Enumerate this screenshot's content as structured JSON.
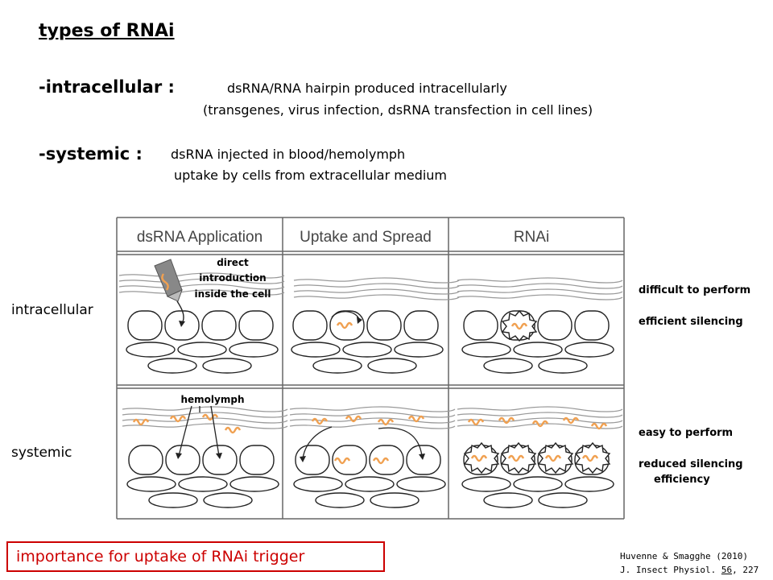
{
  "title": "types of RNAi",
  "intracellular": {
    "label": "-intracellular :",
    "line1": "dsRNA/RNA  hairpin produced intracellularly",
    "line2": "(transgenes, virus infection, dsRNA transfection in cell lines)"
  },
  "systemic": {
    "label": "-systemic :",
    "line1": "dsRNA injected in blood/hemolymph",
    "line2": "uptake by cells from extracellular medium"
  },
  "diagram": {
    "columns": [
      "dsRNA Application",
      "Uptake and Spread",
      "RNAi"
    ],
    "rows": [
      "intracellular",
      "systemic"
    ],
    "annotation_direct": [
      "direct",
      "introduction",
      "inside the cell"
    ],
    "annotation_hemolymph": "hemolymph"
  },
  "notes": {
    "intracellular": [
      "difficult to perform",
      "efficient silencing"
    ],
    "systemic": [
      "easy to perform",
      "reduced silencing",
      "efficiency"
    ]
  },
  "importance": "importance for uptake of RNAi trigger",
  "citation": {
    "line1": "Huvenne & Smagghe (2010)",
    "line2_prefix": "J. Insect Physiol. ",
    "volume": "56",
    "pages": ", 227"
  },
  "colors": {
    "accent_red": "#cc0000",
    "dsrna_orange": "#f0a050"
  }
}
